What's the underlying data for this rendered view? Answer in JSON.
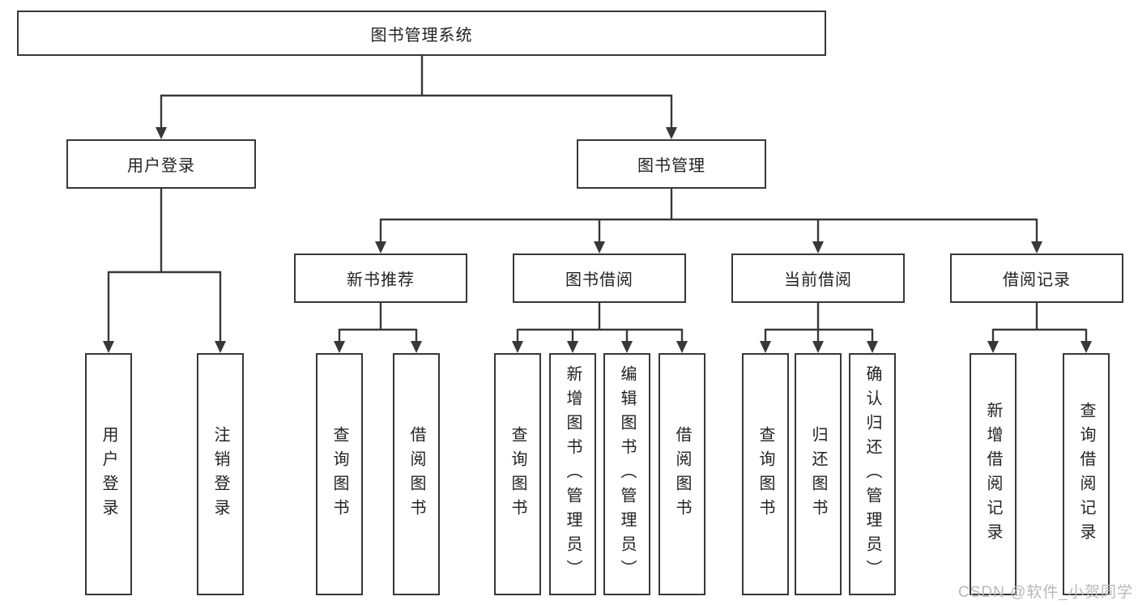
{
  "tree": {
    "root": {
      "label": "图书管理系统"
    },
    "branches": [
      {
        "label": "用户登录",
        "children": [
          {
            "label": "用户登录"
          },
          {
            "label": "注销登录"
          }
        ]
      },
      {
        "label": "图书管理",
        "sections": [
          {
            "label": "新书推荐",
            "children": [
              {
                "label": "查询图书"
              },
              {
                "label": "借阅图书"
              }
            ]
          },
          {
            "label": "图书借阅",
            "children": [
              {
                "label": "查询图书"
              },
              {
                "label": "新增图书（管理员）"
              },
              {
                "label": "编辑图书（管理员）"
              },
              {
                "label": "借阅图书"
              }
            ]
          },
          {
            "label": "当前借阅",
            "children": [
              {
                "label": "查询图书"
              },
              {
                "label": "归还图书"
              },
              {
                "label": "确认归还（管理员）"
              }
            ]
          },
          {
            "label": "借阅记录",
            "children": [
              {
                "label": "新增借阅记录"
              },
              {
                "label": "查询借阅记录"
              }
            ]
          }
        ]
      }
    ]
  },
  "watermark": "CSDN @软件_小贺同学",
  "colors": {
    "line": "#383838",
    "text": "#222222",
    "box_background": "#ffffff",
    "page_background": "#ffffff",
    "watermark": "#b8b8b8"
  }
}
